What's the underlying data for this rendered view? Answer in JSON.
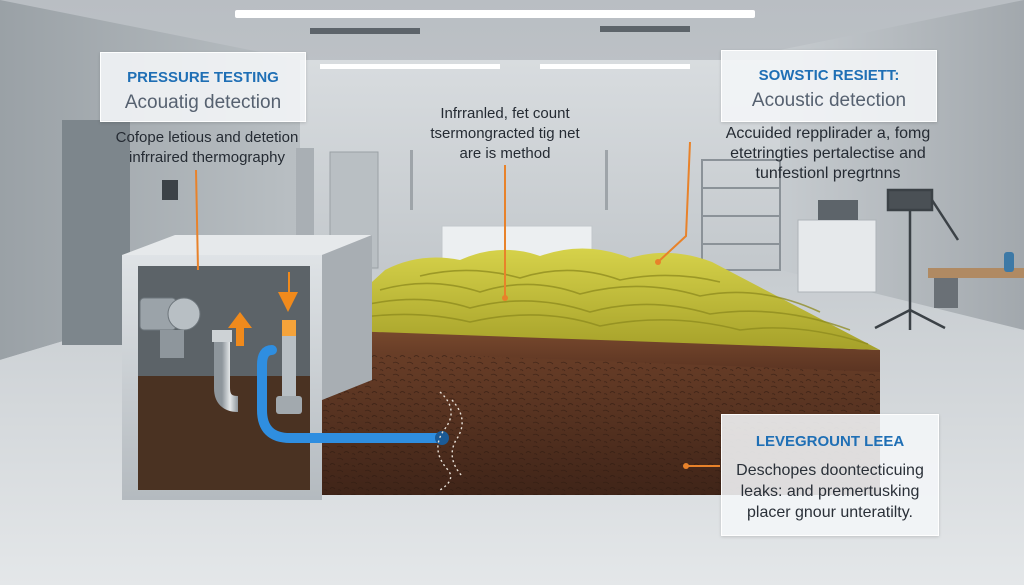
{
  "panels": {
    "pressure_testing": {
      "title": "PRESSURE TESTING",
      "subtitle": "Acouatig detection",
      "caption_lines": [
        "Cofope letious and detetion",
        "infrraired thermography"
      ]
    },
    "center_caption": {
      "lines": [
        "Infrranled, fet count",
        "tsermongracted tig net",
        "are is method"
      ]
    },
    "acoustic": {
      "title": "SOWSTIC RESIETT:",
      "subtitle": "Acoustic detection",
      "caption_lines": [
        "Accuided repplirader a, fomg",
        "etetringties pertalectise and",
        "tunfestionl pregrtnns"
      ]
    },
    "underground": {
      "title": "LEVEGROUNT LEEA",
      "body_lines": [
        "Deschopes doontecticuing",
        "leaks: and premertusking",
        "placer gnour unteratilty."
      ]
    }
  },
  "colors": {
    "callout_orange": "#e8822a",
    "title_blue": "#1f6fb5",
    "pipe_blue": "#2f8ee0",
    "turf_yellow": "#c6c23a",
    "soil_brown": "#5a3424"
  },
  "icons": [
    "pump-icon",
    "up-arrow-icon",
    "down-arrow-icon",
    "leak-signal-icon"
  ]
}
